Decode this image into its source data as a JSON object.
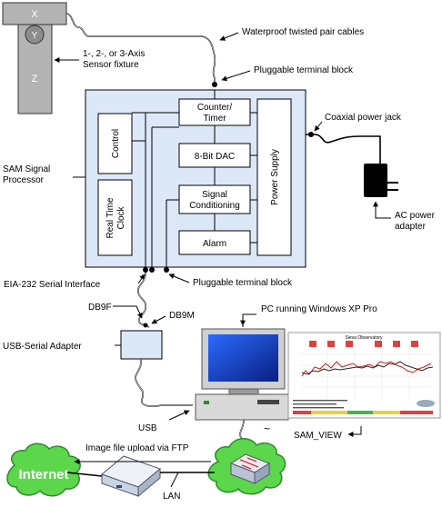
{
  "sensor": {
    "x_label": "X",
    "y_label": "Y",
    "z_label": "Z",
    "caption_line1": "1-, 2-, or 3-Axis",
    "caption_line2": "Sensor fixture"
  },
  "cables_label": "Waterproof twisted pair cables",
  "terminal_top_label": "Pluggable terminal block",
  "terminal_bottom_label": "Pluggable terminal block",
  "processor_label_line1": "SAM Signal",
  "processor_label_line2": "Processor",
  "blocks": {
    "control": "Control",
    "rtc_line1": "Real Time",
    "rtc_line2": "Clock",
    "counter_line1": "Counter/",
    "counter_line2": "Timer",
    "dac": "8-Bit DAC",
    "signal_line1": "Signal",
    "signal_line2": "Conditioning",
    "alarm": "Alarm",
    "power": "Power Supply"
  },
  "coax_label": "Coaxial power jack",
  "ac_adapter_line1": "AC power",
  "ac_adapter_line2": "adapter",
  "serial_label": "EIA-232 Serial Interface",
  "db9f_label": "DB9F",
  "db9m_label": "DB9M",
  "usb_adapter_label": "USB-Serial Adapter",
  "pc_label": "PC running Windows XP Pro",
  "usb_label": "USB",
  "sam_view_label": "SAM_VIEW",
  "plot_title": "Sieva Observatory",
  "ftp_label": "Image file upload via FTP",
  "internet_label": "Internet",
  "lan_label": "LAN",
  "colors": {
    "block_fill": "#dce8f8",
    "chip_fill": "#ffffff",
    "sensor_fill": "#b3b3b3",
    "cloud_fill": "#5cd64a",
    "screen_blue": "#1040c0"
  }
}
